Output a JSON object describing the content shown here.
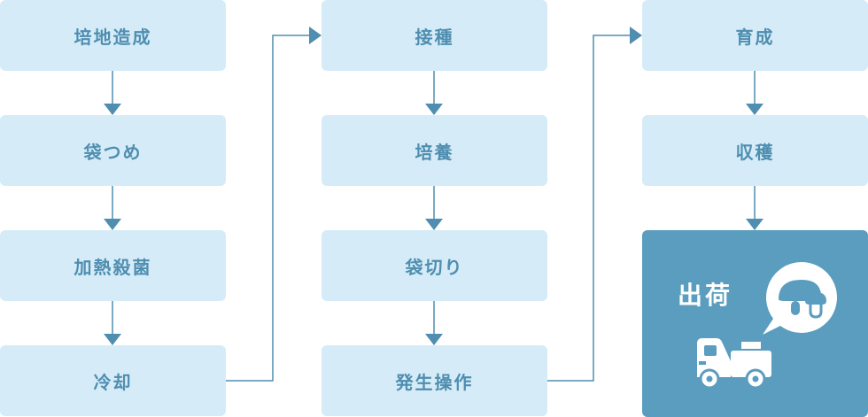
{
  "columns": [
    {
      "steps": [
        "培地造成",
        "袋つめ",
        "加熱殺菌",
        "冷却"
      ]
    },
    {
      "steps": [
        "接種",
        "培養",
        "袋切り",
        "発生操作"
      ]
    },
    {
      "steps": [
        "育成",
        "収穫"
      ]
    }
  ],
  "final_step": {
    "label": "出荷",
    "icons": [
      "mushroom-speech-bubble-icon",
      "delivery-truck-icon"
    ]
  },
  "colors": {
    "box_fill": "#d5ecf8",
    "box_text": "#4f8eb0",
    "final_fill": "#5a9dbf",
    "arrow": "#4f8eb0"
  }
}
